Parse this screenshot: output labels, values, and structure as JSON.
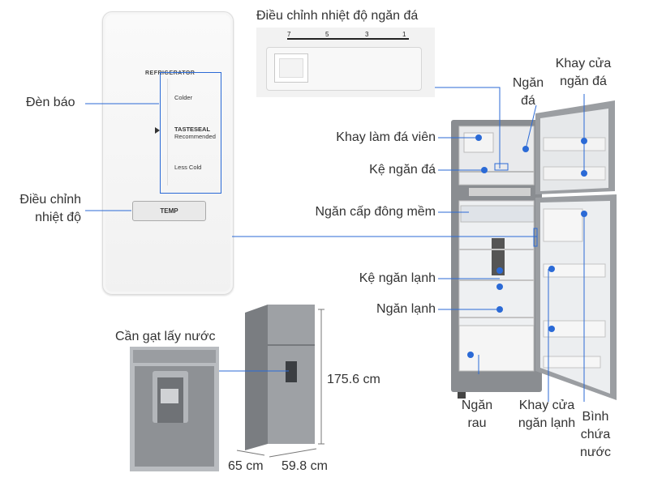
{
  "labels": {
    "ice_temp_control": "Điều chỉnh nhiệt độ ngăn đá",
    "indicator_light": "Đèn báo",
    "temp_adjust_line1": "Điều chỉnh",
    "temp_adjust_line2": "nhiệt độ",
    "freezer_line1": "Ngăn",
    "freezer_line2": "đá",
    "freezer_door_tray_line1": "Khay cửa",
    "freezer_door_tray_line2": "ngăn đá",
    "ice_cube_tray": "Khay làm đá viên",
    "freezer_shelf": "Kệ ngăn đá",
    "soft_freeze": "Ngăn cấp đông mềm",
    "fridge_shelf": "Kệ ngăn lạnh",
    "fridge_compartment": "Ngăn lạnh",
    "water_lever": "Cần gạt lấy nước",
    "veg_line1": "Ngăn",
    "veg_line2": "rau",
    "fridge_door_tray_line1": "Khay cửa",
    "fridge_door_tray_line2": "ngăn lạnh",
    "water_tank_line1": "Bình",
    "water_tank_line2": "chứa",
    "water_tank_line3": "nước"
  },
  "control_panel": {
    "title": "REFRIGERATOR",
    "colder": "Colder",
    "tasteseal": "TASTESEAL",
    "recommended": "Recommended",
    "less_cold": "Less Cold",
    "temp_button": "TEMP"
  },
  "dial_ticks": [
    "7",
    "5",
    "3",
    "1"
  ],
  "dimensions": {
    "height": "175.6 cm",
    "depth": "65 cm",
    "width": "59.8 cm"
  },
  "colors": {
    "callout": "#2b6ad6",
    "steel": "#8a8d91"
  }
}
